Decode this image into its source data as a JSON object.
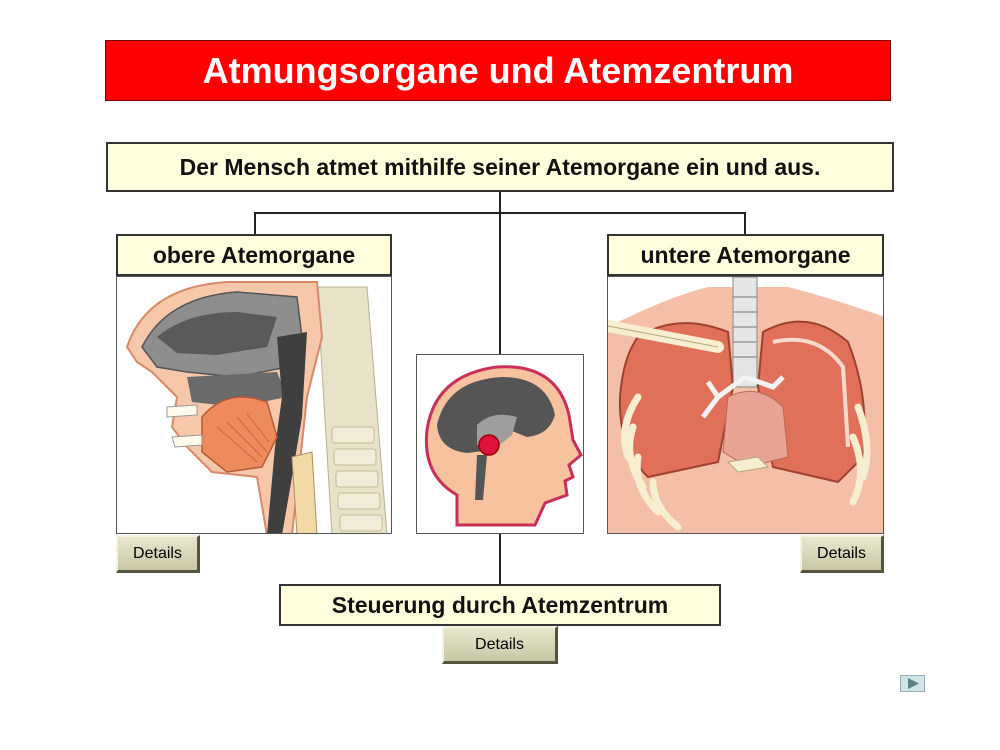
{
  "title": "Atmungsorgane und Atemzentrum",
  "headline": "Der Mensch atmet mithilfe seiner Atemorgane ein und aus.",
  "upper_organs": {
    "label": "obere Atemorgane",
    "details_label": "Details"
  },
  "lower_organs": {
    "label": "untere Atemorgane",
    "details_label": "Details"
  },
  "control": {
    "label": "Steuerung durch Atemzentrum",
    "details_label": "Details"
  },
  "colors": {
    "title_bg": "#ff0000",
    "box_bg": "#ffffdd",
    "button_bg": "#d9d7b8"
  },
  "icons": {
    "next": "play-arrow-icon"
  }
}
